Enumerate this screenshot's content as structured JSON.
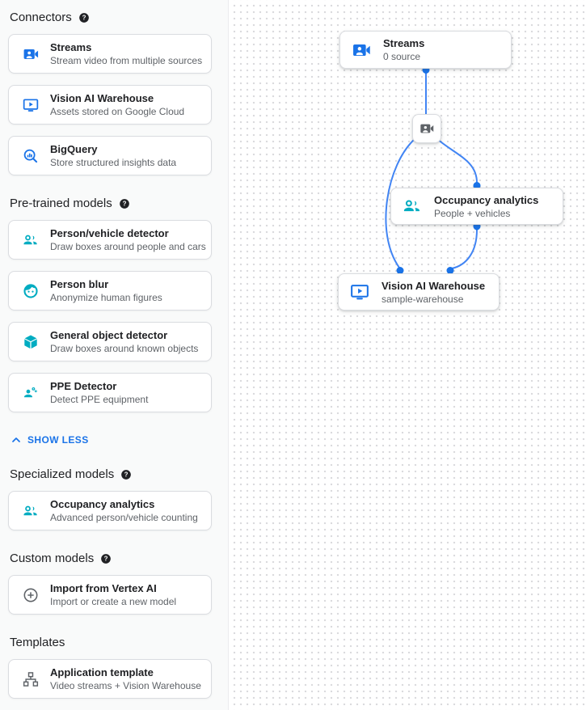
{
  "colors": {
    "blue": "#1a73e8",
    "teal": "#00acc1",
    "gray": "#5f6368",
    "edge": "#4285f4",
    "dot": "#1a73e8",
    "help_bg": "#202124",
    "show_less": "#1a73e8"
  },
  "sidebar": {
    "show_less_label": "SHOW LESS",
    "sections": [
      {
        "title": "Connectors",
        "has_help": true,
        "cards": [
          {
            "icon": "video-camera-front",
            "icon_color": "blue",
            "title": "Streams",
            "subtitle": "Stream video from multiple sources"
          },
          {
            "icon": "smart-display",
            "icon_color": "blue",
            "title": "Vision AI Warehouse",
            "subtitle": "Assets stored on Google Cloud"
          },
          {
            "icon": "bigquery",
            "icon_color": "blue",
            "title": "BigQuery",
            "subtitle": "Store structured insights data"
          }
        ]
      },
      {
        "title": "Pre-trained models",
        "has_help": true,
        "footer_label": "SHOW LESS",
        "cards": [
          {
            "icon": "group",
            "icon_color": "teal",
            "title": "Person/vehicle detector",
            "subtitle": "Draw boxes around people and cars"
          },
          {
            "icon": "face",
            "icon_color": "teal",
            "title": "Person blur",
            "subtitle": "Anonymize human figures"
          },
          {
            "icon": "cube",
            "icon_color": "teal",
            "title": "General object detector",
            "subtitle": "Draw boxes around known objects"
          },
          {
            "icon": "ppe",
            "icon_color": "teal",
            "title": "PPE Detector",
            "subtitle": "Detect PPE equipment"
          }
        ]
      },
      {
        "title": "Specialized models",
        "has_help": true,
        "cards": [
          {
            "icon": "group",
            "icon_color": "teal",
            "title": "Occupancy analytics",
            "subtitle": "Advanced person/vehicle counting"
          }
        ]
      },
      {
        "title": "Custom models",
        "has_help": true,
        "cards": [
          {
            "icon": "add-circle",
            "icon_color": "gray",
            "title": "Import from Vertex AI",
            "subtitle": "Import or create a new model"
          }
        ]
      },
      {
        "title": "Templates",
        "has_help": false,
        "cards": [
          {
            "icon": "tree",
            "icon_color": "gray",
            "title": "Application template",
            "subtitle": "Video streams + Vision Warehouse"
          }
        ]
      }
    ]
  },
  "canvas": {
    "nodes": [
      {
        "id": "streams",
        "icon": "video-camera-front",
        "icon_color": "blue",
        "title": "Streams",
        "subtitle": "0 source"
      },
      {
        "id": "mini",
        "icon": "video-camera-front",
        "icon_color": "gray"
      },
      {
        "id": "occupancy",
        "icon": "group",
        "icon_color": "teal",
        "title": "Occupancy analytics",
        "subtitle": "People + vehicles"
      },
      {
        "id": "warehouse",
        "icon": "smart-display",
        "icon_color": "blue",
        "title": "Vision AI Warehouse",
        "subtitle": "sample-warehouse"
      }
    ]
  }
}
